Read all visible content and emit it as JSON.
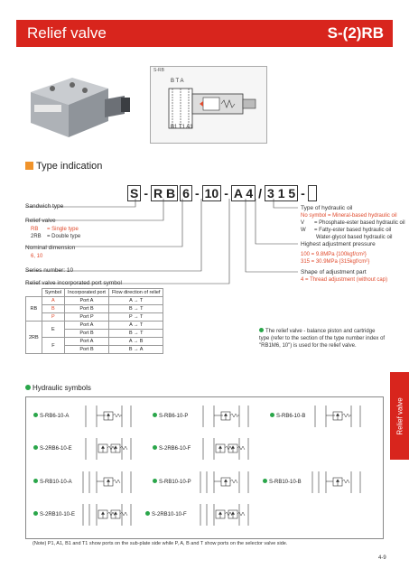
{
  "header": {
    "title": "Relief valve",
    "code": "S-(2)RB"
  },
  "schematic": {
    "label": "S-RB",
    "top_ports": "B  T  A",
    "bottom_ports": "B1 T1 A1"
  },
  "type_indication": {
    "heading": "Type indication"
  },
  "code": {
    "s": "S",
    "rb": "R B",
    "d6": "6",
    "d10": "10",
    "a4": "A 4",
    "slash": "/",
    "p315": "3 1 5"
  },
  "left_labels": {
    "sandwich": "Sandwich type",
    "relief": "Relief valve",
    "rb": "RB",
    "rb_desc": "= Single type",
    "2rb": "2RB",
    "2rb_desc": "= Double type",
    "nominal": "Nominal dimension",
    "nominal_vals": "6, 10",
    "series": "Series number: 10",
    "incorporated": "Relief valve incorporated port symbol"
  },
  "table": {
    "headers": [
      "Symbol",
      "Incorporated port",
      "Flow direction of relief"
    ],
    "rows": [
      {
        "group": "RB",
        "sym": "A",
        "port": "Port A",
        "flow": "A → T"
      },
      {
        "group": "",
        "sym": "B",
        "port": "Port B",
        "flow": "B → T"
      },
      {
        "group": "",
        "sym": "P",
        "port": "Port P",
        "flow": "P → T"
      },
      {
        "group": "2RB",
        "sym": "E",
        "port": "Port A",
        "flow": "A → T"
      },
      {
        "group": "",
        "sym": "",
        "port": "Port B",
        "flow": "B → T"
      },
      {
        "group": "",
        "sym": "F",
        "port": "Port A",
        "flow": "A → B"
      },
      {
        "group": "",
        "sym": "",
        "port": "Port B",
        "flow": "B → A"
      }
    ]
  },
  "right_labels": {
    "fluid": "Type of hydraulic oil",
    "fluid_none": "No symbol = Mineral-based hydraulic oil",
    "fluid_v": "V",
    "fluid_v_desc": "= Phosphate-ester based hydraulic oil",
    "fluid_w": "W",
    "fluid_w_desc": "= Fatty-ester based hydraulic oil",
    "fluid_w_desc2": "Water-glycol based hydraulic oil",
    "pressure": "Highest adjustment pressure",
    "p100": "100 = 9.8MPa {100kgf/cm²}",
    "p315": "315 = 30.9MPa {315kgf/cm²}",
    "shape": "Shape of adjustment part",
    "shape4": "4 = Thread adjustment (without cap)"
  },
  "note": "The relief valve - balance piston and cartridge type (refer to the section of the type number index of \"RB1M6, 10\") is used for the relief valve.",
  "hydraulic": {
    "heading": "Hydraulic symbols",
    "items": [
      "S-RB6-10-A",
      "S-RB6-10-P",
      "S-RB6-10-B",
      "S-2RB6-10-E",
      "S-2RB6-10-F",
      "S-RB10-10-A",
      "S-RB10-10-P",
      "S-RB10-10-B",
      "S-2RB10-10-E",
      "S-2RB10-10-F"
    ]
  },
  "side_tab": "Relief valve",
  "footnote": "(Note) P1, A1, B1 and T1 show ports on the sub-plate side while P, A, B and T show ports on the selector valve side.",
  "page": "4-9",
  "colors": {
    "brand_red": "#d8251d",
    "accent_orange": "#f0932b",
    "bullet_green": "#2aa64a"
  }
}
